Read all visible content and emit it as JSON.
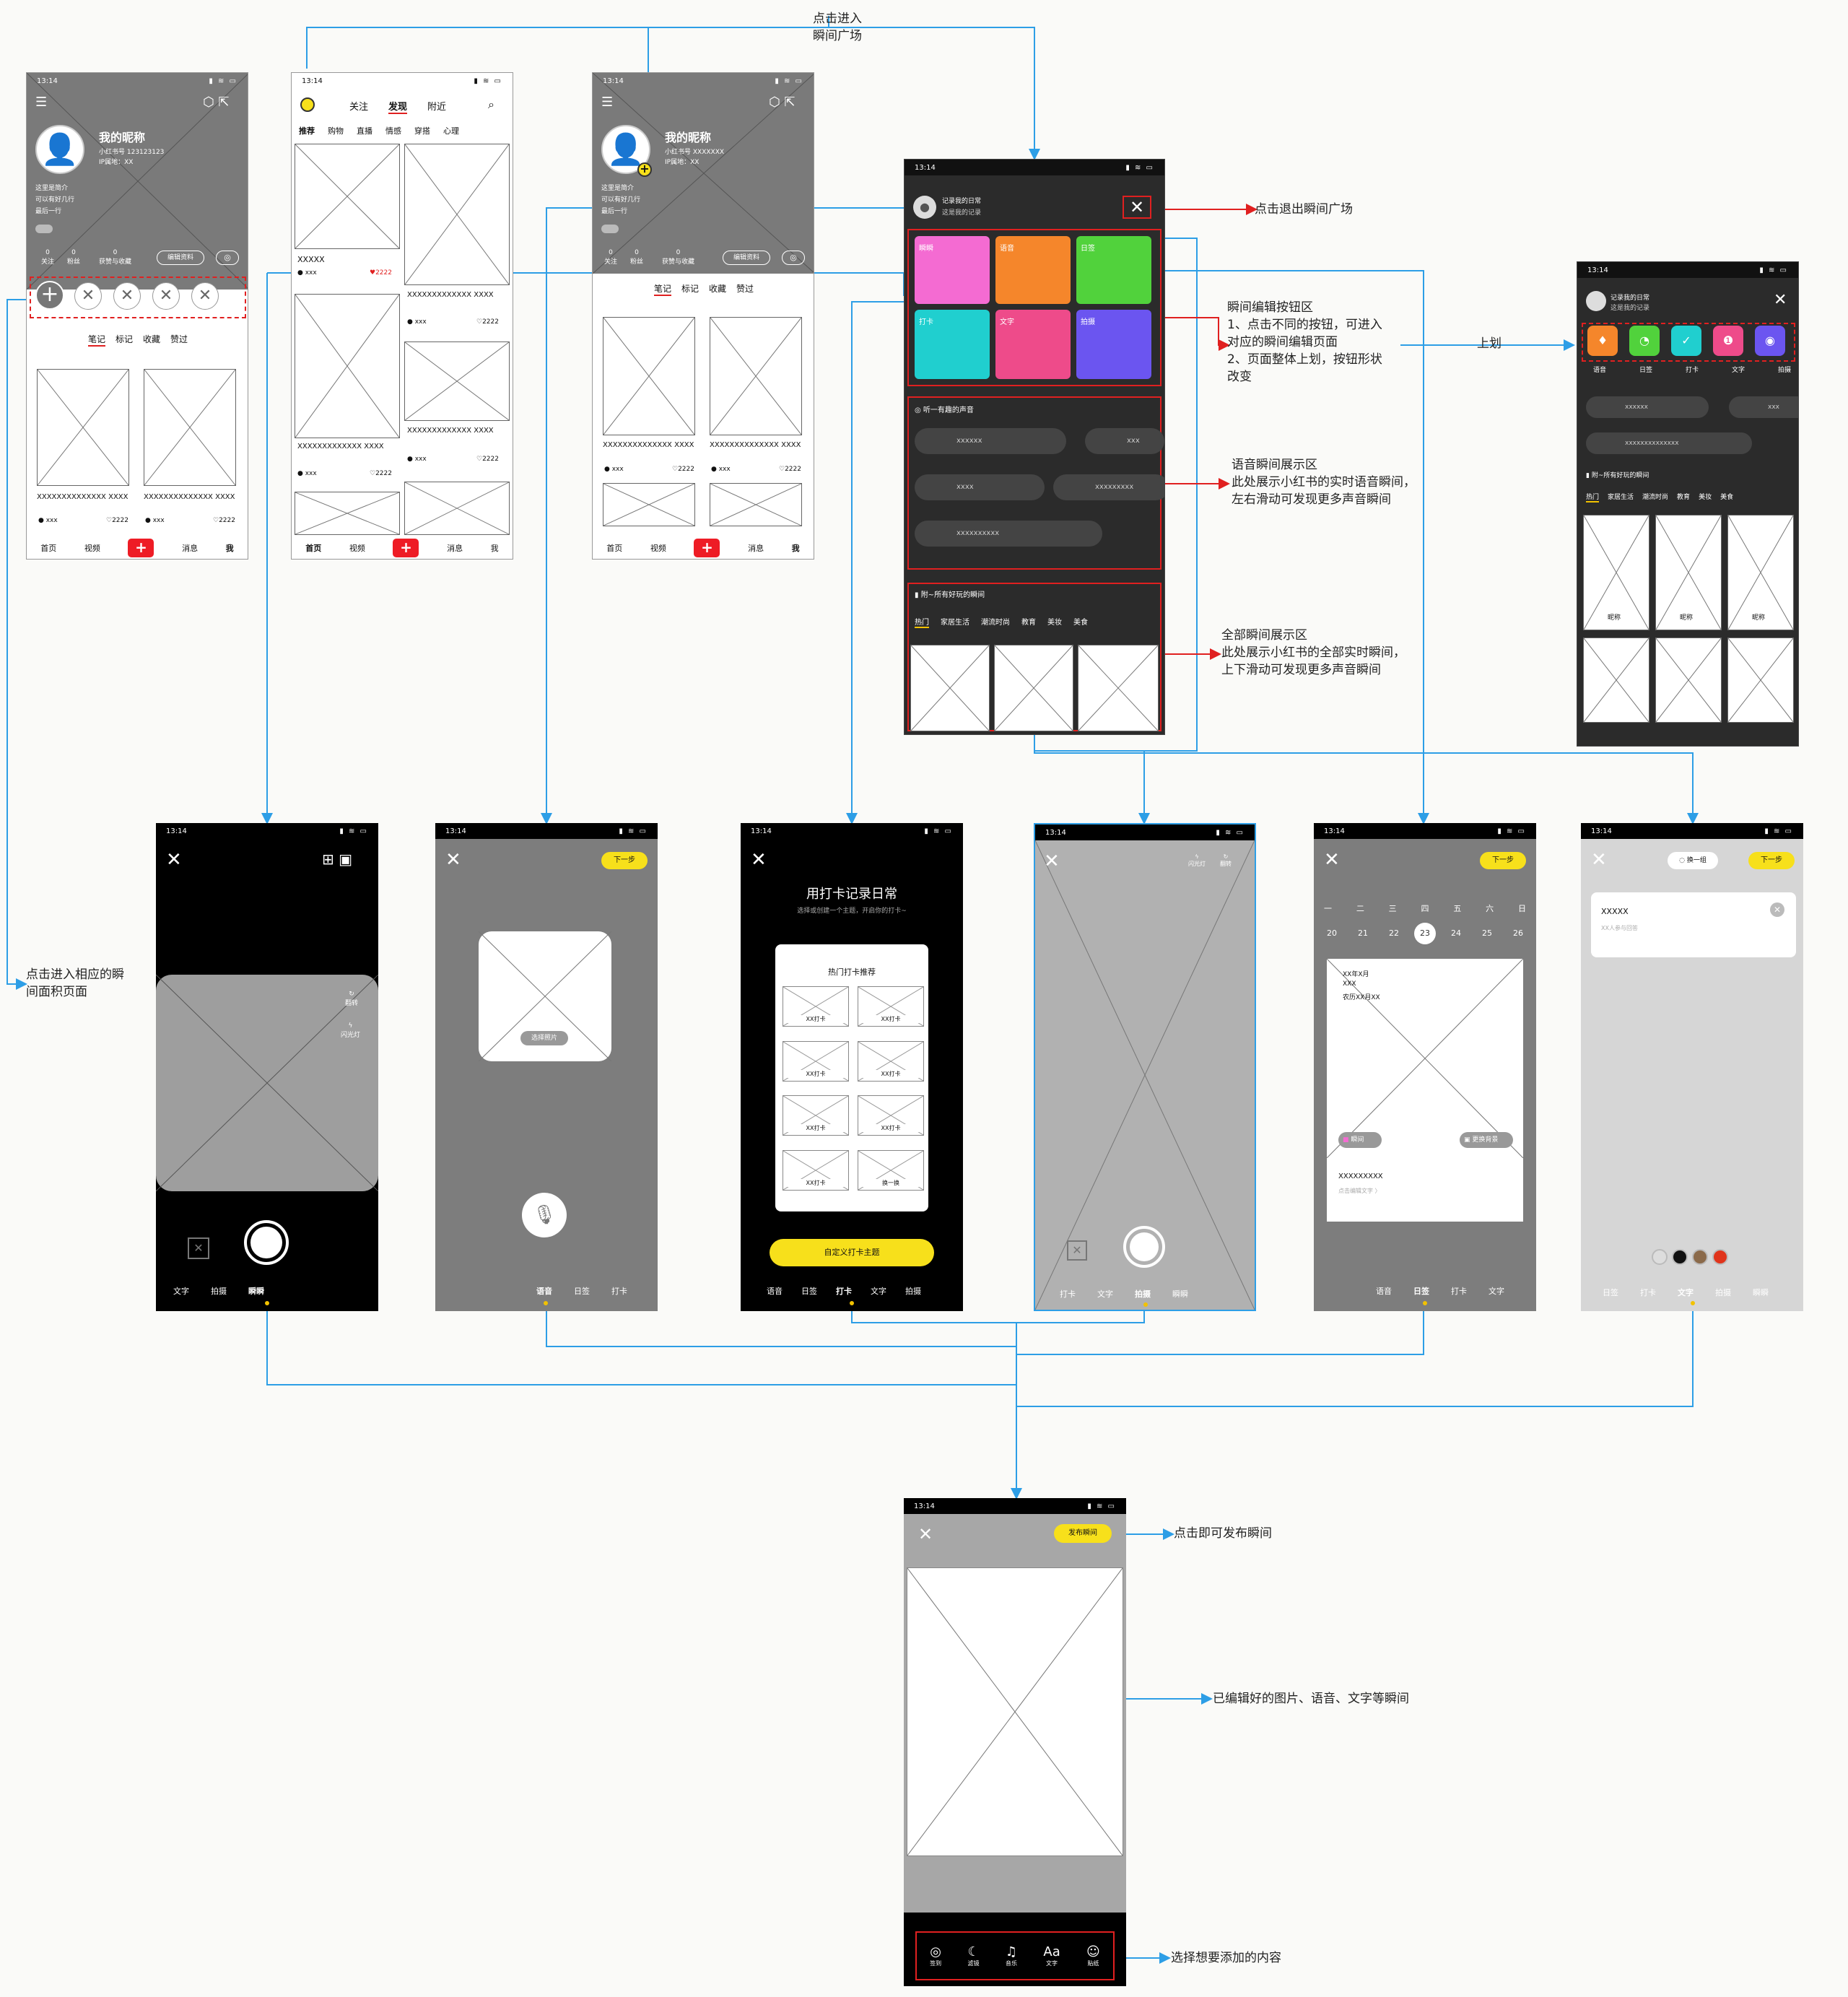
{
  "colors": {
    "accent_yellow": "#f7e01b",
    "red": "#ee1c25",
    "line_blue": "#2d9ee6",
    "annotation_red": "#e02020",
    "dark_screen": "#2b2b2b",
    "gray_screen": "#7d7d7d"
  },
  "common": {
    "time": "13:14",
    "status_icons": "▮ ≋ ▭"
  },
  "profile": {
    "nickname": "我的昵称",
    "id_label": "小红书号 123123123",
    "ip_label": "IP属地：XX",
    "bio_lines": [
      "这里是简介",
      "可以有好几行",
      "最后一行"
    ],
    "stats": [
      {
        "v": "0",
        "l": "关注"
      },
      {
        "v": "0",
        "l": "粉丝"
      },
      {
        "v": "0",
        "l": "获赞与收藏"
      }
    ],
    "edit_btn": "编辑资料",
    "tabs": [
      "笔记",
      "标记",
      "收藏",
      "赞过"
    ],
    "card_title": "XXXXXXXXXXXXXX XXXX",
    "card_user": "xxx",
    "card_likes": "♡2222",
    "nav": [
      "首页",
      "视频",
      "+",
      "消息",
      "我"
    ]
  },
  "profile2": {
    "id_label": "小红书号 XXXXXXX",
    "ip_label": "IP属地：XX"
  },
  "feed": {
    "top_tabs": [
      "关注",
      "发现",
      "附近"
    ],
    "cats": [
      "推荐",
      "购物",
      "直播",
      "情感",
      "穿搭",
      "心理"
    ],
    "card1": "XXXXX",
    "card2": "XXXXXXXXXXXXX XXXX",
    "user": "xxx",
    "likes": "2222",
    "likes_red": "♥2222"
  },
  "square": {
    "header_title": "记录我的日常",
    "header_sub": "这是我的记录",
    "buttons": [
      {
        "label": "瞬瞬",
        "color": "#f46bd2"
      },
      {
        "label": "语音",
        "color": "#f5862b"
      },
      {
        "label": "日签",
        "color": "#51d23c"
      },
      {
        "label": "打卡",
        "color": "#20cfcf"
      },
      {
        "label": "文字",
        "color": "#ee4b8a"
      },
      {
        "label": "拍摄",
        "color": "#6b55f0"
      }
    ],
    "voice_title": "听一有趣的声音",
    "voices": [
      "xxxxxx",
      "xxx",
      "xxxx",
      "xxxxxxxxx",
      "xxxxxxxxxx"
    ],
    "all_title": "附~所有好玩的瞬间",
    "cats": [
      "热门",
      "家居生活",
      "潮流时尚",
      "教育",
      "美妆",
      "美食"
    ]
  },
  "square2": {
    "labels": [
      "语音",
      "日签",
      "打卡",
      "文字",
      "拍摄"
    ],
    "voices": [
      "xxxxxx",
      "xxx",
      "xxxxxxxxxxxxxx"
    ],
    "all_title": "附~所有好玩的瞬间",
    "cats": [
      "热门",
      "家居生活",
      "潮流时尚",
      "教育",
      "美妆",
      "美食"
    ],
    "nick": "昵称"
  },
  "shoot": {
    "side1": "翻转",
    "side2": "闪光灯",
    "modes": [
      "文字",
      "拍摄",
      "瞬瞬"
    ]
  },
  "voice": {
    "next": "下一步",
    "photo_btn": "选择照片",
    "modes": [
      "语音",
      "日签",
      "打卡"
    ]
  },
  "checkin": {
    "title": "用打卡记录日常",
    "sub": "选择或创建一个主题，开启你的打卡~",
    "card_title": "热门打卡推荐",
    "items": [
      "XX打卡",
      "XX打卡",
      "XX打卡",
      "XX打卡",
      "XX打卡",
      "XX打卡",
      "XX打卡",
      "换一换"
    ],
    "custom_btn": "自定义打卡主题",
    "modes": [
      "语音",
      "日签",
      "打卡",
      "文字",
      "拍摄"
    ]
  },
  "camera": {
    "side1": "闪光灯",
    "side2": "翻转",
    "modes": [
      "打卡",
      "文字",
      "拍摄",
      "瞬瞬"
    ]
  },
  "sign": {
    "next": "下一步",
    "weekdays": [
      "一",
      "二",
      "三",
      "四",
      "五",
      "六",
      "日"
    ],
    "dates": [
      "20",
      "21",
      "22",
      "23",
      "24",
      "25",
      "26"
    ],
    "text_lines": [
      "XX年X月",
      "XXX",
      "农历XX月XX"
    ],
    "tag1": "瞬间",
    "tag2": "更换背景",
    "caption": "XXXXXXXXX",
    "caption_sub": "点击编辑文字 〉",
    "modes": [
      "语音",
      "日签",
      "打卡",
      "文字"
    ]
  },
  "textp": {
    "swap": "换一组",
    "next": "下一步",
    "title": "XXXXX",
    "sub": "XX人参与回答",
    "colors": [
      "#dddddd",
      "#111111",
      "#8b6a4a",
      "#e0341b"
    ],
    "modes": [
      "日签",
      "打卡",
      "文字",
      "拍摄",
      "瞬瞬"
    ]
  },
  "publish": {
    "publish_btn": "发布瞬间",
    "tools": [
      {
        "i": "◎",
        "l": "签到"
      },
      {
        "i": "☾",
        "l": "滤镜"
      },
      {
        "i": "♫",
        "l": "音乐"
      },
      {
        "i": "Aa",
        "l": "文字"
      },
      {
        "i": "☺",
        "l": "贴纸"
      }
    ]
  },
  "notes": {
    "enter_square": "点击进入\n瞬间广场",
    "exit_square": "点击退出瞬间广场",
    "edit_area": "瞬间编辑按钮区\n1、点击不同的按钮，可进入\n对应的瞬间编辑页面\n2、页面整体上划，按钮形状\n改变",
    "swipe_up": "上划",
    "voice_area": "语音瞬间展示区\n此处展示小红书的实时语音瞬间，\n左右滑动可发现更多声音瞬间",
    "all_area": "全部瞬间展示区\n此处展示小红书的全部实时瞬间，\n上下滑动可发现更多声音瞬间",
    "enter_edit": "点击进入相应的瞬\n间面积页面",
    "publish_tip": "点击即可发布瞬间",
    "edited": "已编辑好的图片、语音、文字等瞬间",
    "choose": "选择想要添加的内容"
  }
}
